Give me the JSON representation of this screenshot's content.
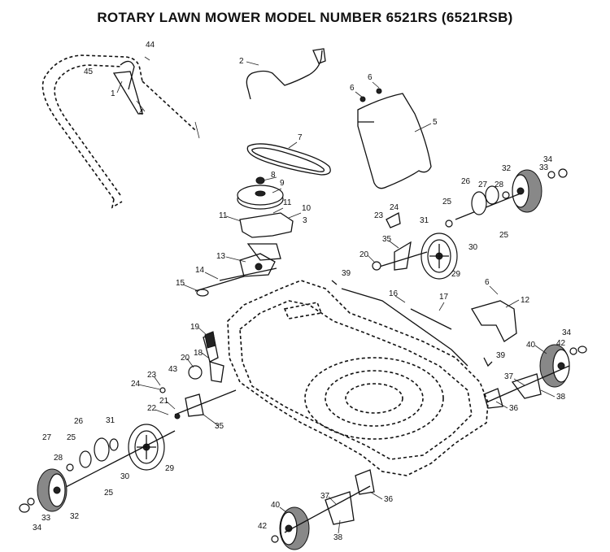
{
  "title": "ROTARY LAWN MOWER MODEL NUMBER 6521RS (6521RSB)",
  "part_labels": [
    "1",
    "2",
    "3",
    "4",
    "5",
    "6",
    "7",
    "8",
    "9",
    "10",
    "11",
    "12",
    "13",
    "14",
    "15",
    "16",
    "17",
    "18",
    "19",
    "20",
    "21",
    "22",
    "23",
    "24",
    "25",
    "26",
    "27",
    "28",
    "29",
    "30",
    "31",
    "32",
    "33",
    "34",
    "35",
    "36",
    "37",
    "38",
    "39",
    "40",
    "42",
    "43",
    "44",
    "45"
  ]
}
